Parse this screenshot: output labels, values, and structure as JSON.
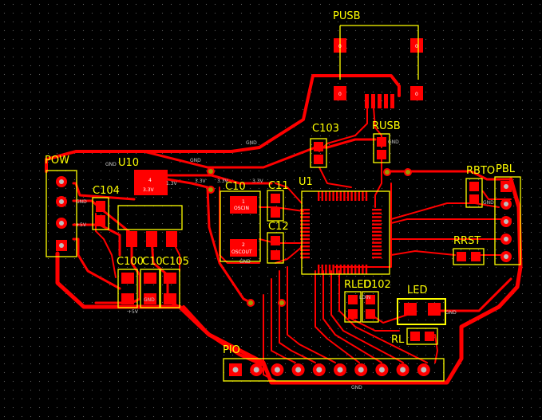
{
  "colors": {
    "background": "#000000",
    "copper": "#ff0000",
    "silkscreen": "#ffff00",
    "via": "#9a9a00",
    "net_label": "#c8c8c8",
    "grid_dot": "#5a5a5a"
  },
  "designators": {
    "pusb": "PUSB",
    "rusb": "RUSB",
    "c103": "C103",
    "u10": "U10",
    "pow": "POW",
    "c104": "C104",
    "c10": "C10",
    "c11": "C11",
    "c12": "C12",
    "u1": "U1",
    "rbto": "RBTO",
    "pbl": "PBL",
    "rrst": "RRST",
    "c100": "C100",
    "c101": "C10",
    "c105": "C105",
    "rled": "RLED",
    "d102": "D102",
    "led": "LED",
    "rl": "RL",
    "pio": "PIO"
  },
  "pad_labels": {
    "u10_top_num": "4",
    "u10_top_net": "3.3V",
    "osc_pin1": "1",
    "osc_pin1_net": "OSCIN",
    "osc_pin2": "2",
    "osc_pin2_net": "OSCOUT",
    "usb_pad": "0"
  },
  "net_labels": {
    "gnd": "GND",
    "v33": "3.3V",
    "v5": "+5V",
    "v13": "1.3V",
    "ldin": "LDIN"
  }
}
